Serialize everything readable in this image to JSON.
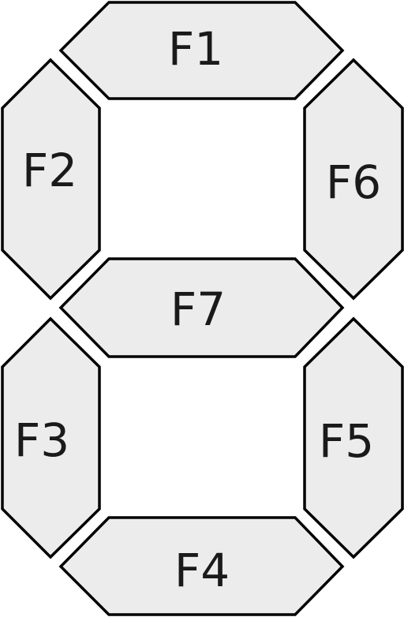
{
  "colors": {
    "segment_fill": "#ececec",
    "segment_stroke": "#000000",
    "label_color": "#1a1a1a",
    "background": "#ffffff"
  },
  "segments": [
    {
      "id": "f1",
      "label": "F1",
      "orientation": "horizontal"
    },
    {
      "id": "f2",
      "label": "F2",
      "orientation": "vertical"
    },
    {
      "id": "f6",
      "label": "F6",
      "orientation": "vertical"
    },
    {
      "id": "f7",
      "label": "F7",
      "orientation": "horizontal"
    },
    {
      "id": "f3",
      "label": "F3",
      "orientation": "vertical"
    },
    {
      "id": "f5",
      "label": "F5",
      "orientation": "vertical"
    },
    {
      "id": "f4",
      "label": "F4",
      "orientation": "horizontal"
    }
  ]
}
